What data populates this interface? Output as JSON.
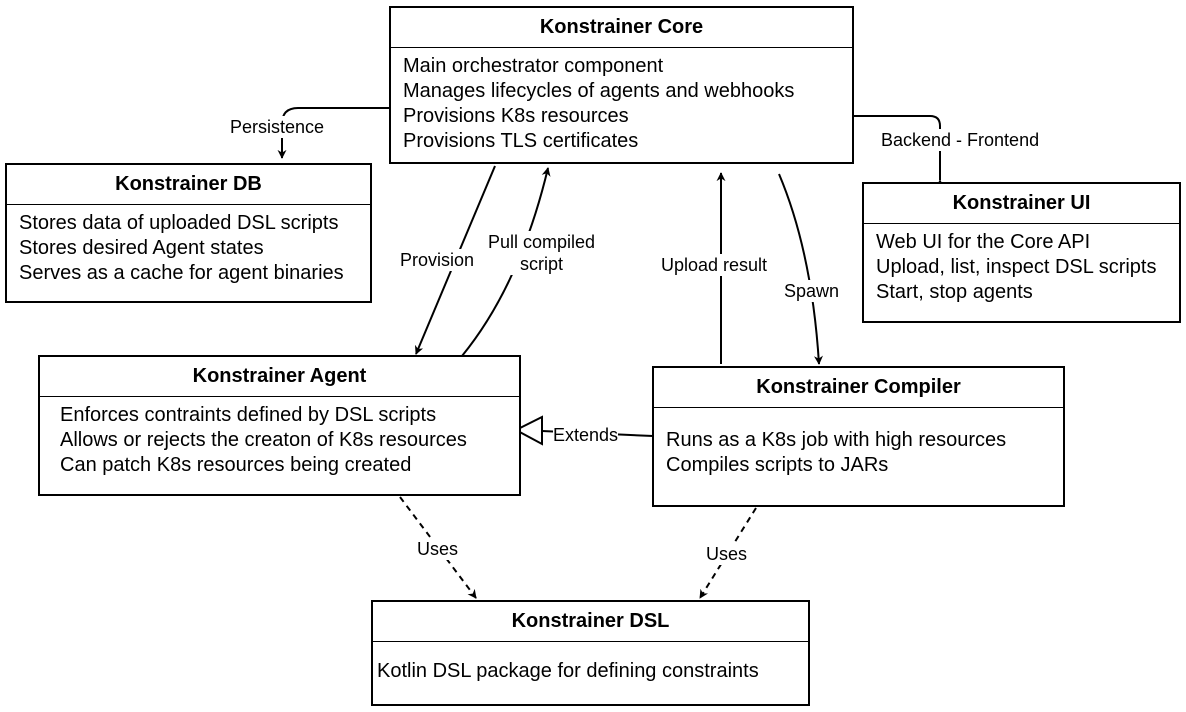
{
  "components": {
    "core": {
      "title": "Konstrainer Core",
      "lines": [
        "Main orchestrator component",
        "Manages lifecycles of agents and webhooks",
        "Provisions K8s resources",
        "Provisions TLS certificates"
      ]
    },
    "db": {
      "title": "Konstrainer DB",
      "lines": [
        "Stores data of uploaded DSL scripts",
        "Stores desired Agent states",
        "Serves as a cache for agent binaries"
      ]
    },
    "ui": {
      "title": "Konstrainer UI",
      "lines": [
        "Web UI for the Core API",
        "Upload, list, inspect DSL scripts",
        "Start, stop agents"
      ]
    },
    "agent": {
      "title": "Konstrainer Agent",
      "lines": [
        "Enforces contraints defined by DSL scripts",
        "Allows or rejects the creaton of K8s resources",
        "Can patch K8s resources being created"
      ]
    },
    "compiler": {
      "title": "Konstrainer Compiler",
      "lines": [
        "Runs as a K8s job with high resources",
        "Compiles scripts to JARs"
      ]
    },
    "dsl": {
      "title": "Konstrainer DSL",
      "lines": [
        "Kotlin DSL package for defining constraints"
      ]
    }
  },
  "edges": {
    "persistence": "Persistence",
    "backend_frontend": "Backend - Frontend",
    "provision": "Provision",
    "pull_compiled_script": [
      "Pull compiled",
      "script"
    ],
    "upload_result": "Upload result",
    "spawn": "Spawn",
    "extends": "Extends",
    "uses_agent": "Uses",
    "uses_compiler": "Uses"
  }
}
